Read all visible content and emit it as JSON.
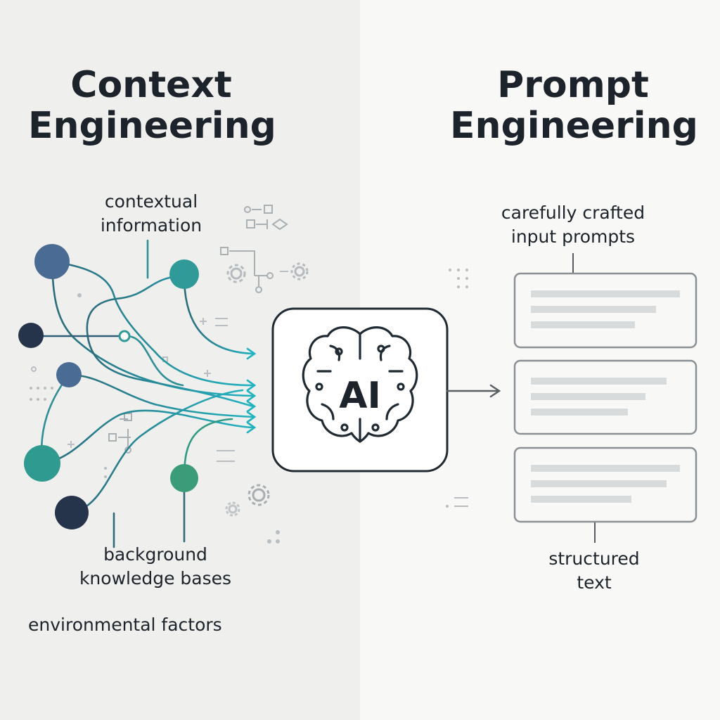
{
  "left": {
    "title_line1": "Context",
    "title_line2": "Engineering",
    "label_contextual_1": "contextual",
    "label_contextual_2": "information",
    "label_background_1": "background",
    "label_background_2": "knowledge bases",
    "label_environmental": "environmental factors"
  },
  "center": {
    "ai_label": "AI"
  },
  "right": {
    "title_line1": "Prompt",
    "title_line2": "Engineering",
    "label_carefully_1": "carefully crafted",
    "label_carefully_2": "input prompts",
    "label_structured_1": "structured",
    "label_structured_2": "text"
  },
  "colors": {
    "dark_text": "#1c232b",
    "node_blue": "#4a6b93",
    "node_teal": "#2f9a97",
    "node_navy": "#25344a",
    "node_green": "#3a9c78",
    "line_teal": "#2aa8a8",
    "panel_border": "#8a9093",
    "placeholder_line": "#d8dbdc"
  }
}
